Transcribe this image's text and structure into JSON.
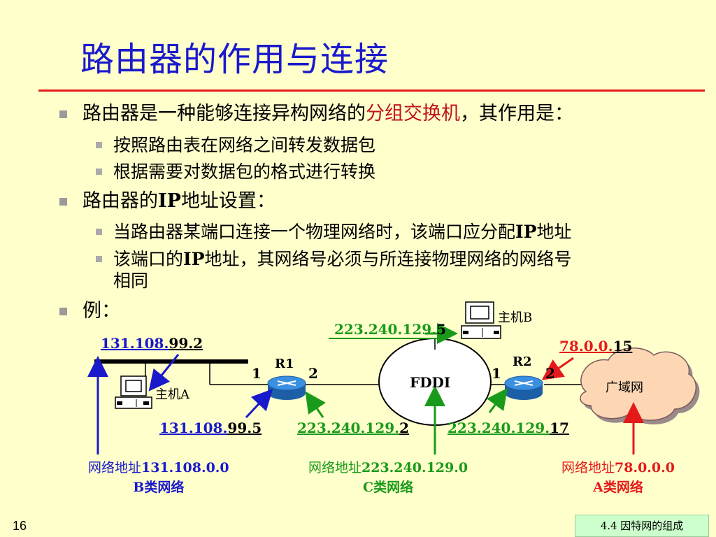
{
  "title": "路由器的作用与连接",
  "bullets": {
    "b1_pre": "路由器是一种能够连接异构网络的",
    "b1_em": "分组交换机",
    "b1_post": "，其作用是：",
    "b1_sub1": "按照路由表在网络之间转发数据包",
    "b1_sub2": "根据需要对数据包的格式进行转换",
    "b2_pre": "路由器的",
    "b2_ip": "IP",
    "b2_post": "地址设置：",
    "b2_sub1_pre": "当路由器某端口连接一个物理网络时，该端口应分配",
    "b2_sub1_ip": "IP",
    "b2_sub1_post": "地址",
    "b2_sub2_pre": "该端口的",
    "b2_sub2_ip": "IP",
    "b2_sub2_post": "地址，其网络号必须与所连接物理网络的网络号",
    "b2_sub2_line2": "相同",
    "b3": "例："
  },
  "diagram": {
    "hostB_label": "主机B",
    "hostA_label": "主机A",
    "addr_top_net": "223.240.129.",
    "addr_top_host": "5",
    "addr_a_net": "131.108.",
    "addr_a_host": "99.2",
    "addr_r1_net": "131.108.",
    "addr_r1_host": "99.5",
    "addr_r1p2_net": "223.240.129.",
    "addr_r1p2_host": "2",
    "addr_r2p1_net": "223.240.129.",
    "addr_r2p1_host": "17",
    "addr_wan_net": "78.0.0.",
    "addr_wan_host": "15",
    "r1": "R1",
    "r2": "R2",
    "port1": "1",
    "port2": "2",
    "fddi": "FDDI",
    "wan": "广域网",
    "net_b_line1_pre": "网络地址",
    "net_b_line1": "131.108.0.0",
    "net_b_line2": "B类网络",
    "net_c_line1_pre": "网络地址",
    "net_c_line1": "223.240.129.0",
    "net_c_line2": "C类网络",
    "net_a_line1_pre": "网络地址",
    "net_a_line1": "78.0.0.0",
    "net_a_line2": "A类网络"
  },
  "footer": {
    "page": "16",
    "section": "4.4   因特网的组成"
  },
  "colors": {
    "title": "#1a1acc",
    "accent_red": "#e41a1a",
    "blue_arrow": "#1a1acc",
    "green_arrow": "#1a9a1a",
    "red_arrow": "#e41a1a",
    "router": "#2a7fd4",
    "cloud": "#fdd7b4"
  }
}
